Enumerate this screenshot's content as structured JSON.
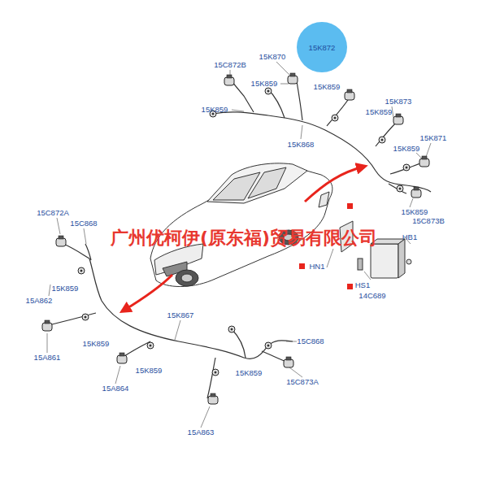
{
  "diagram": {
    "nodes": [
      {
        "text": [
          "15K872"
        ]
      }
    ],
    "edges": [],
    "labels": [
      "15C872B",
      "15K870",
      "15K859",
      "15K859",
      "15K873",
      "15K859",
      "15K859",
      "15K871",
      "15K859",
      "15K868",
      "15K859",
      "15C873B",
      "广州优柯伊(原东福)贸易有限公司",
      "HB1",
      "HN1",
      "HS1",
      "14C689",
      "15C872A",
      "15C868",
      "15K859",
      "15A862",
      "15K859",
      "15A861",
      "15K867",
      "15C868",
      "15K859",
      "15A864",
      "15K859",
      "15C873A",
      "15A863"
    ]
  }
}
